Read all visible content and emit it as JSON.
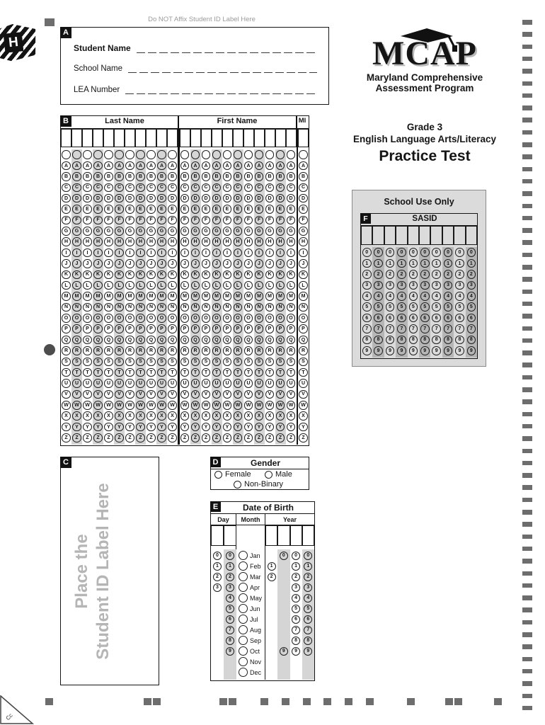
{
  "page": {
    "do_not_affix": "Do NOT Affix Student ID Label Here",
    "h_mark": "H",
    "corner_text": "Cc"
  },
  "box_a": {
    "label": "A",
    "fields": [
      {
        "label": "Student Name"
      },
      {
        "label": "School Name"
      },
      {
        "label": "LEA Number"
      }
    ]
  },
  "logo": {
    "acronym": "MCAP",
    "line1": "Maryland Comprehensive",
    "line2": "Assessment Program"
  },
  "test_info": {
    "grade": "Grade 3",
    "subject": "English Language Arts/Literacy",
    "title": "Practice Test"
  },
  "box_b": {
    "label": "B",
    "sections": [
      {
        "title": "Last Name",
        "cols": 11
      },
      {
        "title": "First Name",
        "cols": 11
      },
      {
        "title": "MI",
        "cols": 1
      }
    ],
    "alphabet": "ABCDEFGHIJKLMNOPQRSTUVWXYZ"
  },
  "school_use": {
    "title": "School Use Only",
    "f_label": "F",
    "sasid_title": "SASID",
    "columns": 10,
    "digits": "0123456789"
  },
  "box_c": {
    "label": "C",
    "line1": "Place the",
    "line2": "Student ID Label Here"
  },
  "box_d": {
    "label": "D",
    "title": "Gender",
    "options": [
      "Female",
      "Male",
      "Non-Binary"
    ]
  },
  "box_e": {
    "label": "E",
    "title": "Date of Birth",
    "subheaders": [
      "Day",
      "Month",
      "Year"
    ],
    "months": [
      "Jan",
      "Feb",
      "Mar",
      "Apr",
      "May",
      "Jun",
      "Jul",
      "Aug",
      "Sep",
      "Oct",
      "Nov",
      "Dec"
    ],
    "day_cols": [
      {
        "shaded": false,
        "bubbles": [
          [
            "0",
            0
          ],
          [
            "1",
            1
          ],
          [
            "2",
            2
          ],
          [
            "3",
            3
          ]
        ]
      },
      {
        "shaded": true,
        "bubbles": [
          [
            "0",
            0
          ],
          [
            "1",
            1
          ],
          [
            "2",
            2
          ],
          [
            "3",
            3
          ],
          [
            "4",
            4
          ],
          [
            "5",
            5
          ],
          [
            "6",
            6
          ],
          [
            "7",
            7
          ],
          [
            "8",
            8
          ],
          [
            "9",
            9
          ]
        ]
      }
    ],
    "year_cols": [
      {
        "shaded": false,
        "bubbles": [
          [
            "1",
            1
          ],
          [
            "2",
            2
          ]
        ]
      },
      {
        "shaded": true,
        "bubbles": [
          [
            "0",
            0
          ],
          [
            "9",
            9
          ]
        ]
      },
      {
        "shaded": false,
        "bubbles": [
          [
            "0",
            0
          ],
          [
            "1",
            1
          ],
          [
            "2",
            2
          ],
          [
            "3",
            3
          ],
          [
            "4",
            4
          ],
          [
            "5",
            5
          ],
          [
            "6",
            6
          ],
          [
            "7",
            7
          ],
          [
            "8",
            8
          ],
          [
            "9",
            9
          ]
        ]
      },
      {
        "shaded": true,
        "bubbles": [
          [
            "0",
            0
          ],
          [
            "1",
            1
          ],
          [
            "2",
            2
          ],
          [
            "3",
            3
          ],
          [
            "4",
            4
          ],
          [
            "5",
            5
          ],
          [
            "6",
            6
          ],
          [
            "7",
            7
          ],
          [
            "8",
            8
          ],
          [
            "9",
            9
          ]
        ]
      }
    ]
  },
  "colors": {
    "ink": "#151515",
    "timing_mark": "#6d6d6d",
    "strip_light": "#d5d5d5",
    "panel": "#dbdbdb",
    "strip_dark": "#b6b6b6",
    "muted_text": "#9b9b9b"
  }
}
